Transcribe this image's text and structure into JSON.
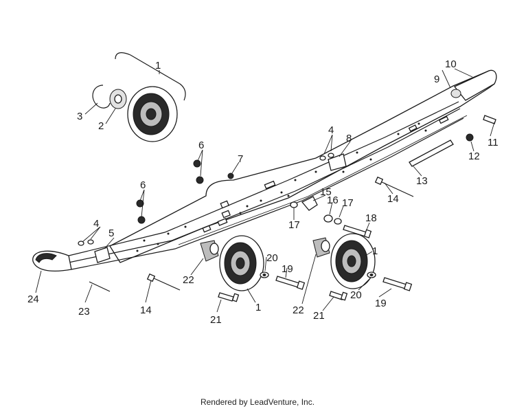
{
  "footer": {
    "credit": "Rendered by LeadVenture, Inc."
  },
  "callouts": {
    "c1a": "1",
    "c1b": "1",
    "c1c": "1",
    "c2": "2",
    "c3": "3",
    "c4a": "4",
    "c4b": "4",
    "c5": "5",
    "c6a": "6",
    "c6b": "6",
    "c7": "7",
    "c8": "8",
    "c9": "9",
    "c10": "10",
    "c11": "11",
    "c12": "12",
    "c13": "13",
    "c14a": "14",
    "c14b": "14",
    "c15": "15",
    "c16": "16",
    "c17a": "17",
    "c17b": "17",
    "c18": "18",
    "c19a": "19",
    "c19b": "19",
    "c20a": "20",
    "c20b": "20",
    "c21a": "21",
    "c21b": "21",
    "c22a": "22",
    "c22b": "22",
    "c23": "23",
    "c24": "24"
  }
}
